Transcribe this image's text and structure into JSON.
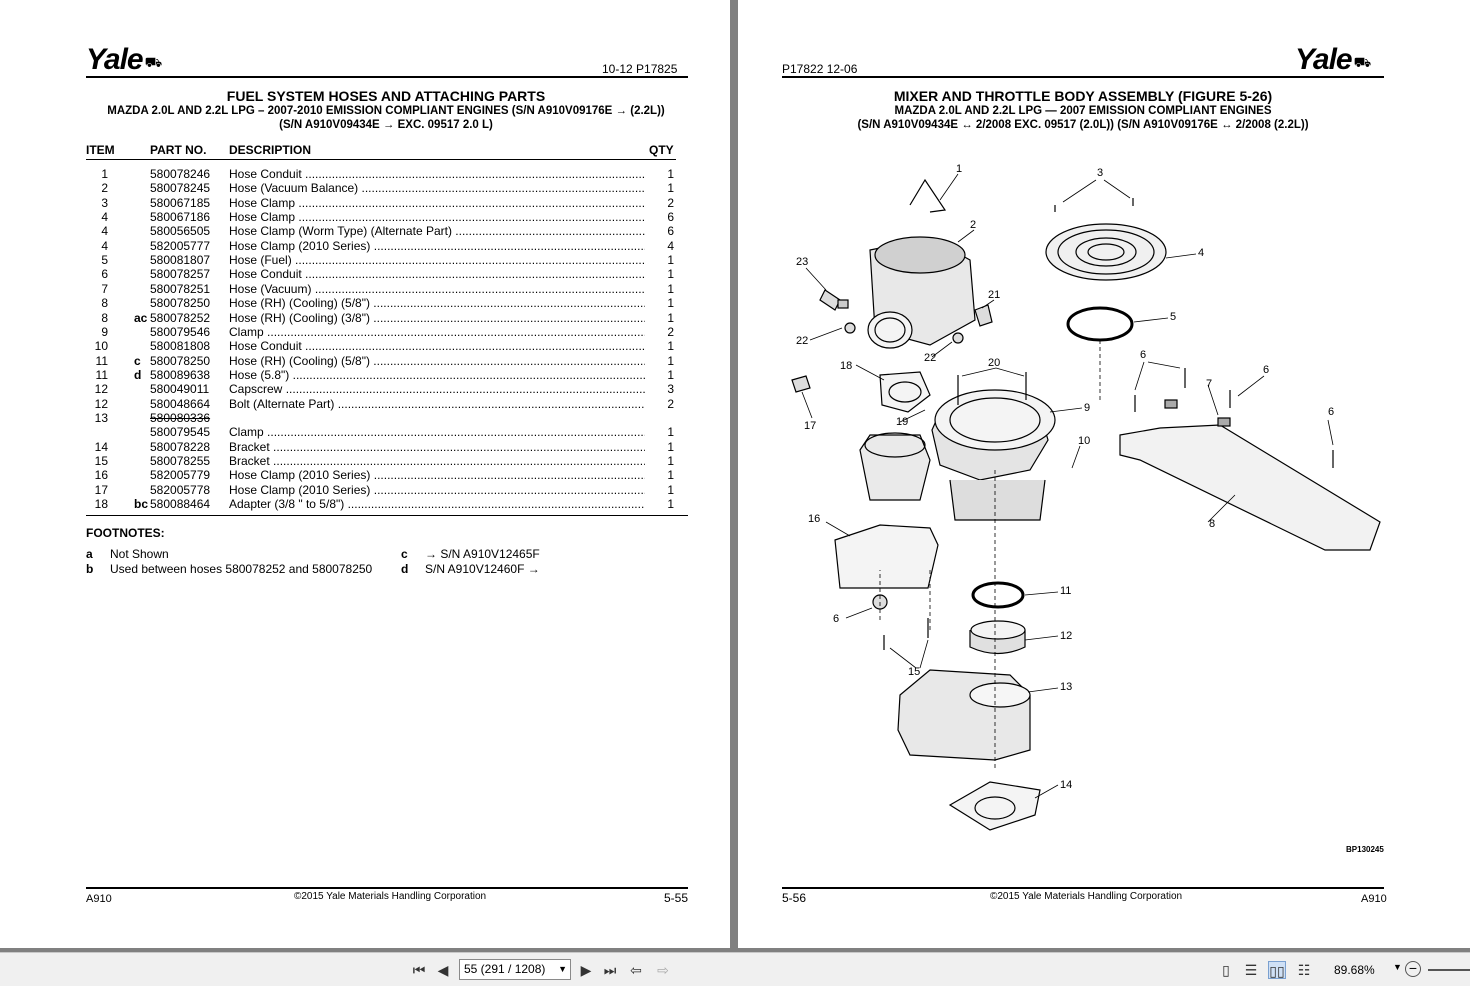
{
  "left_page": {
    "logo": "Yale",
    "logo_mark": "⛟",
    "header_code": "10-12   P17825",
    "title": "FUEL SYSTEM HOSES AND ATTACHING PARTS",
    "subtitle1": "MAZDA 2.0L AND 2.2L LPG – 2007-2010 EMISSION COMPLIANT ENGINES  (S/N A910V09176E → (2.2L))",
    "subtitle2": "(S/N A910V09434E → EXC. 09517 2.0 L)",
    "columns": {
      "item": "ITEM",
      "part": "PART NO.",
      "desc": "DESCRIPTION",
      "qty": "QTY"
    },
    "rows": [
      {
        "item": "1",
        "prefix": "",
        "part": "580078246",
        "desc": "Hose Conduit",
        "qty": "1"
      },
      {
        "item": "2",
        "prefix": "",
        "part": "580078245",
        "desc": "Hose (Vacuum Balance)",
        "qty": "1"
      },
      {
        "item": "3",
        "prefix": "",
        "part": "580067185",
        "desc": "Hose Clamp",
        "qty": "2"
      },
      {
        "item": "4",
        "prefix": "",
        "part": "580067186",
        "desc": "Hose Clamp",
        "qty": "6"
      },
      {
        "item": "4",
        "prefix": "",
        "part": "580056505",
        "desc": "Hose Clamp (Worm Type) (Alternate Part)",
        "qty": "6"
      },
      {
        "item": "4",
        "prefix": "",
        "part": "582005777",
        "desc": "Hose Clamp (2010 Series)",
        "qty": "4"
      },
      {
        "item": "5",
        "prefix": "",
        "part": "580081807",
        "desc": "Hose (Fuel)",
        "qty": "1"
      },
      {
        "item": "6",
        "prefix": "",
        "part": "580078257",
        "desc": "Hose Conduit",
        "qty": "1"
      },
      {
        "item": "7",
        "prefix": "",
        "part": "580078251",
        "desc": "Hose (Vacuum)",
        "qty": "1"
      },
      {
        "item": "8",
        "prefix": "",
        "part": "580078250",
        "desc": "Hose (RH) (Cooling) (5/8\")",
        "qty": "1"
      },
      {
        "item": "8",
        "prefix": "ac",
        "part": "580078252",
        "desc": "Hose (RH) (Cooling) (3/8\")",
        "qty": "1"
      },
      {
        "item": "9",
        "prefix": "",
        "part": "580079546",
        "desc": "Clamp",
        "qty": "2"
      },
      {
        "item": "10",
        "prefix": "",
        "part": "580081808",
        "desc": "Hose Conduit",
        "qty": "1"
      },
      {
        "item": "11",
        "prefix": "c",
        "part": "580078250",
        "desc": "Hose (RH) (Cooling) (5/8\")",
        "qty": "1"
      },
      {
        "item": "11",
        "prefix": "d",
        "part": "580089638",
        "desc": "Hose (5.8\")",
        "qty": "1"
      },
      {
        "item": "12",
        "prefix": "",
        "part": "580049011",
        "desc": "Capscrew",
        "qty": "3"
      },
      {
        "item": "12",
        "prefix": "",
        "part": "580048664",
        "desc": "Bolt (Alternate Part)",
        "qty": "2"
      },
      {
        "item": "13",
        "prefix": "",
        "part": "580080336",
        "desc": "",
        "qty": "",
        "strike": true
      },
      {
        "item": "",
        "prefix": "",
        "part": "580079545",
        "desc": "Clamp",
        "qty": "1"
      },
      {
        "item": "14",
        "prefix": "",
        "part": "580078228",
        "desc": "Bracket",
        "qty": "1"
      },
      {
        "item": "15",
        "prefix": "",
        "part": "580078255",
        "desc": "Bracket",
        "qty": "1"
      },
      {
        "item": "16",
        "prefix": "",
        "part": "582005779",
        "desc": "Hose Clamp (2010 Series)",
        "qty": "1"
      },
      {
        "item": "17",
        "prefix": "",
        "part": "582005778",
        "desc": "Hose Clamp (2010 Series)",
        "qty": "1"
      },
      {
        "item": "18",
        "prefix": "bc",
        "part": "580088464",
        "desc": "Adapter (3/8 \" to 5/8\")",
        "qty": "1"
      }
    ],
    "footnotes_title": "FOOTNOTES:",
    "footnotes": [
      {
        "key": "a",
        "text": "Not Shown"
      },
      {
        "key": "b",
        "text": "Used between hoses 580078252 and 580078250"
      },
      {
        "key": "c",
        "text": "→ S/N A910V12465F"
      },
      {
        "key": "d",
        "text": "S/N A910V12460F →"
      }
    ],
    "footer_model": "A910",
    "footer_copyright": "©2015 Yale Materials Handling Corporation",
    "footer_page": "5-55"
  },
  "right_page": {
    "logo": "Yale",
    "logo_mark": "⛟",
    "header_code": "P17822    12-06",
    "title": "MIXER AND THROTTLE BODY ASSEMBLY (FIGURE 5-26)",
    "subtitle1": "MAZDA 2.0L AND 2.2L LPG — 2007 EMISSION COMPLIANT ENGINES",
    "subtitle2": "(S/N A910V09434E ↔ 2/2008 EXC. 09517 (2.0L))  (S/N A910V09176E ↔ 2/2008 (2.2L))",
    "figure_code": "BP130245",
    "callouts": [
      "1",
      "2",
      "3",
      "4",
      "5",
      "6",
      "6",
      "6",
      "6",
      "7",
      "8",
      "9",
      "10",
      "11",
      "12",
      "13",
      "14",
      "15",
      "16",
      "17",
      "18",
      "19",
      "20",
      "21",
      "22",
      "22",
      "23"
    ],
    "footer_page": "5-56",
    "footer_copyright": "©2015 Yale Materials Handling Corporation",
    "footer_model": "A910"
  },
  "toolbar": {
    "first_icon": "first-page-icon",
    "prev_icon": "previous-page-icon",
    "page_value": "55 (291 / 1208)",
    "next_icon": "next-page-icon",
    "last_icon": "last-page-icon",
    "zoom": "89.68%"
  }
}
